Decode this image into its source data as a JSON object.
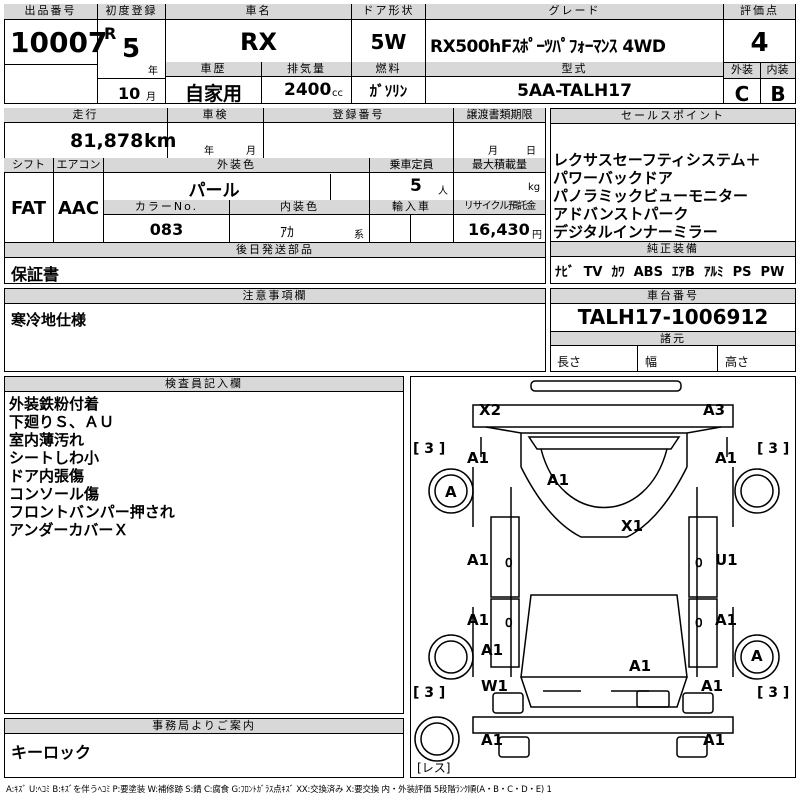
{
  "header": {
    "lot_no_label": "出品番号",
    "lot_no": "10007",
    "first_reg_label": "初度登録",
    "era_mark": "R",
    "reg_year": "5",
    "year_unit": "年",
    "month_unit": "月",
    "car_name_label": "車名",
    "car_name": "RX",
    "door_label": "ドア形状",
    "door": "5W",
    "grade_label": "グレード",
    "grade": "RX500hFｽﾎﾟｰﾂﾊﾟﾌｫｰﾏﾝｽ 4WD",
    "score_label": "評価点",
    "score": "4",
    "reg_month": "10",
    "history_label": "車歴",
    "history": "自家用",
    "displacement_label": "排気量",
    "displacement": "2400",
    "cc_unit": "cc",
    "fuel_label": "燃料",
    "fuel": "ｶﾞｿﾘﾝ",
    "model_label": "型式",
    "model": "5AA-TALH17",
    "ext_grade_label": "外装",
    "int_grade_label": "内装",
    "ext_grade": "C",
    "int_grade": "B"
  },
  "spec": {
    "mileage_label": "走行",
    "mileage": "81,878",
    "km_unit": "km",
    "shaken_label": "車検",
    "shaken_year_unit": "年",
    "shaken_month_unit": "月",
    "reg_no_label": "登録番号",
    "transfer_label": "譲渡書類期限",
    "transfer_month_unit": "月",
    "transfer_day_unit": "日",
    "shift_label": "シフト",
    "shift": "FAT",
    "ac_label": "エアコン",
    "ac": "AAC",
    "color_label": "外装色",
    "color": "パール",
    "capacity_label": "乗車定員",
    "capacity": "5",
    "capacity_unit": "人",
    "load_label": "最大積載量",
    "load_unit": "kg",
    "color_no_label": "カラーNo.",
    "color_no": "083",
    "int_color_label": "内装色",
    "int_color": "ｱｶ",
    "int_color_unit": "系",
    "import_label": "輸入車",
    "recycle_label": "リサイクル預託金",
    "recycle": "16,430",
    "yen_unit": "円"
  },
  "sales": {
    "label": "セールスポイント",
    "items": [
      "レクサスセーフティシステム＋",
      "パワーバックドア",
      "パノラミックビューモニター",
      "アドバンストパーク",
      "デジタルインナーミラー"
    ]
  },
  "equipment": {
    "label": "純正装備",
    "items": [
      "ﾅﾋﾞ",
      "TV",
      "ｶﾜ",
      "ABS",
      "ｴｱB",
      "ｱﾙﾐ",
      "PS",
      "PW"
    ]
  },
  "later_parts": {
    "label": "後日発送部品",
    "text": "保証書"
  },
  "notes": {
    "label": "注意事項欄",
    "text": "寒冷地仕様"
  },
  "chassis": {
    "label": "車台番号",
    "number": "TALH17-1006912"
  },
  "specs": {
    "label": "諸元",
    "length_label": "長さ",
    "width_label": "幅",
    "height_label": "高さ"
  },
  "inspector": {
    "label": "検査員記入欄",
    "lines": [
      "外装鉄粉付着",
      "下廻りＳ、ＡＵ",
      "室内薄汚れ",
      "シートしわ小",
      "ドア内張傷",
      "コンソール傷",
      "フロントバンパー押され",
      "アンダーカバーＸ"
    ]
  },
  "office": {
    "label": "事務局よりご案内",
    "text": "キーロック"
  },
  "diagram": {
    "codes": {
      "front_bumper_left": "X2",
      "front_bumper_right": "A3",
      "fender_fl": "A1",
      "fender_fr": "A1",
      "wheel_fl": "A",
      "hood": "A1",
      "roof": "X1",
      "door_fl": "A1",
      "door_fr": "U1",
      "door_rl": "A1",
      "door_rr": "A1",
      "quarter_rl": "A1",
      "wheel_rr": "A",
      "trunk": "A1",
      "rear_left": "W1",
      "rear_right": "A1",
      "rear_bumper_left": "A1",
      "rear_bumper_right": "A1"
    },
    "tire_fl": "3",
    "tire_fr": "3",
    "tire_rl": "3",
    "tire_rr": "3",
    "spare_label": "レス"
  },
  "legend": "A:ｷｽﾞ U:ﾍｺﾐ B:ｷｽﾞを伴うﾍｺﾐ P:要塗装 W:補修跡 S:錆 C:腐食 G:ﾌﾛﾝﾄｶﾞﾗｽ点ｷｽﾞ XX:交換済み X:要交換 内・外装評価 5段階ﾗﾝｸ順(A・B・C・D・E) 1"
}
